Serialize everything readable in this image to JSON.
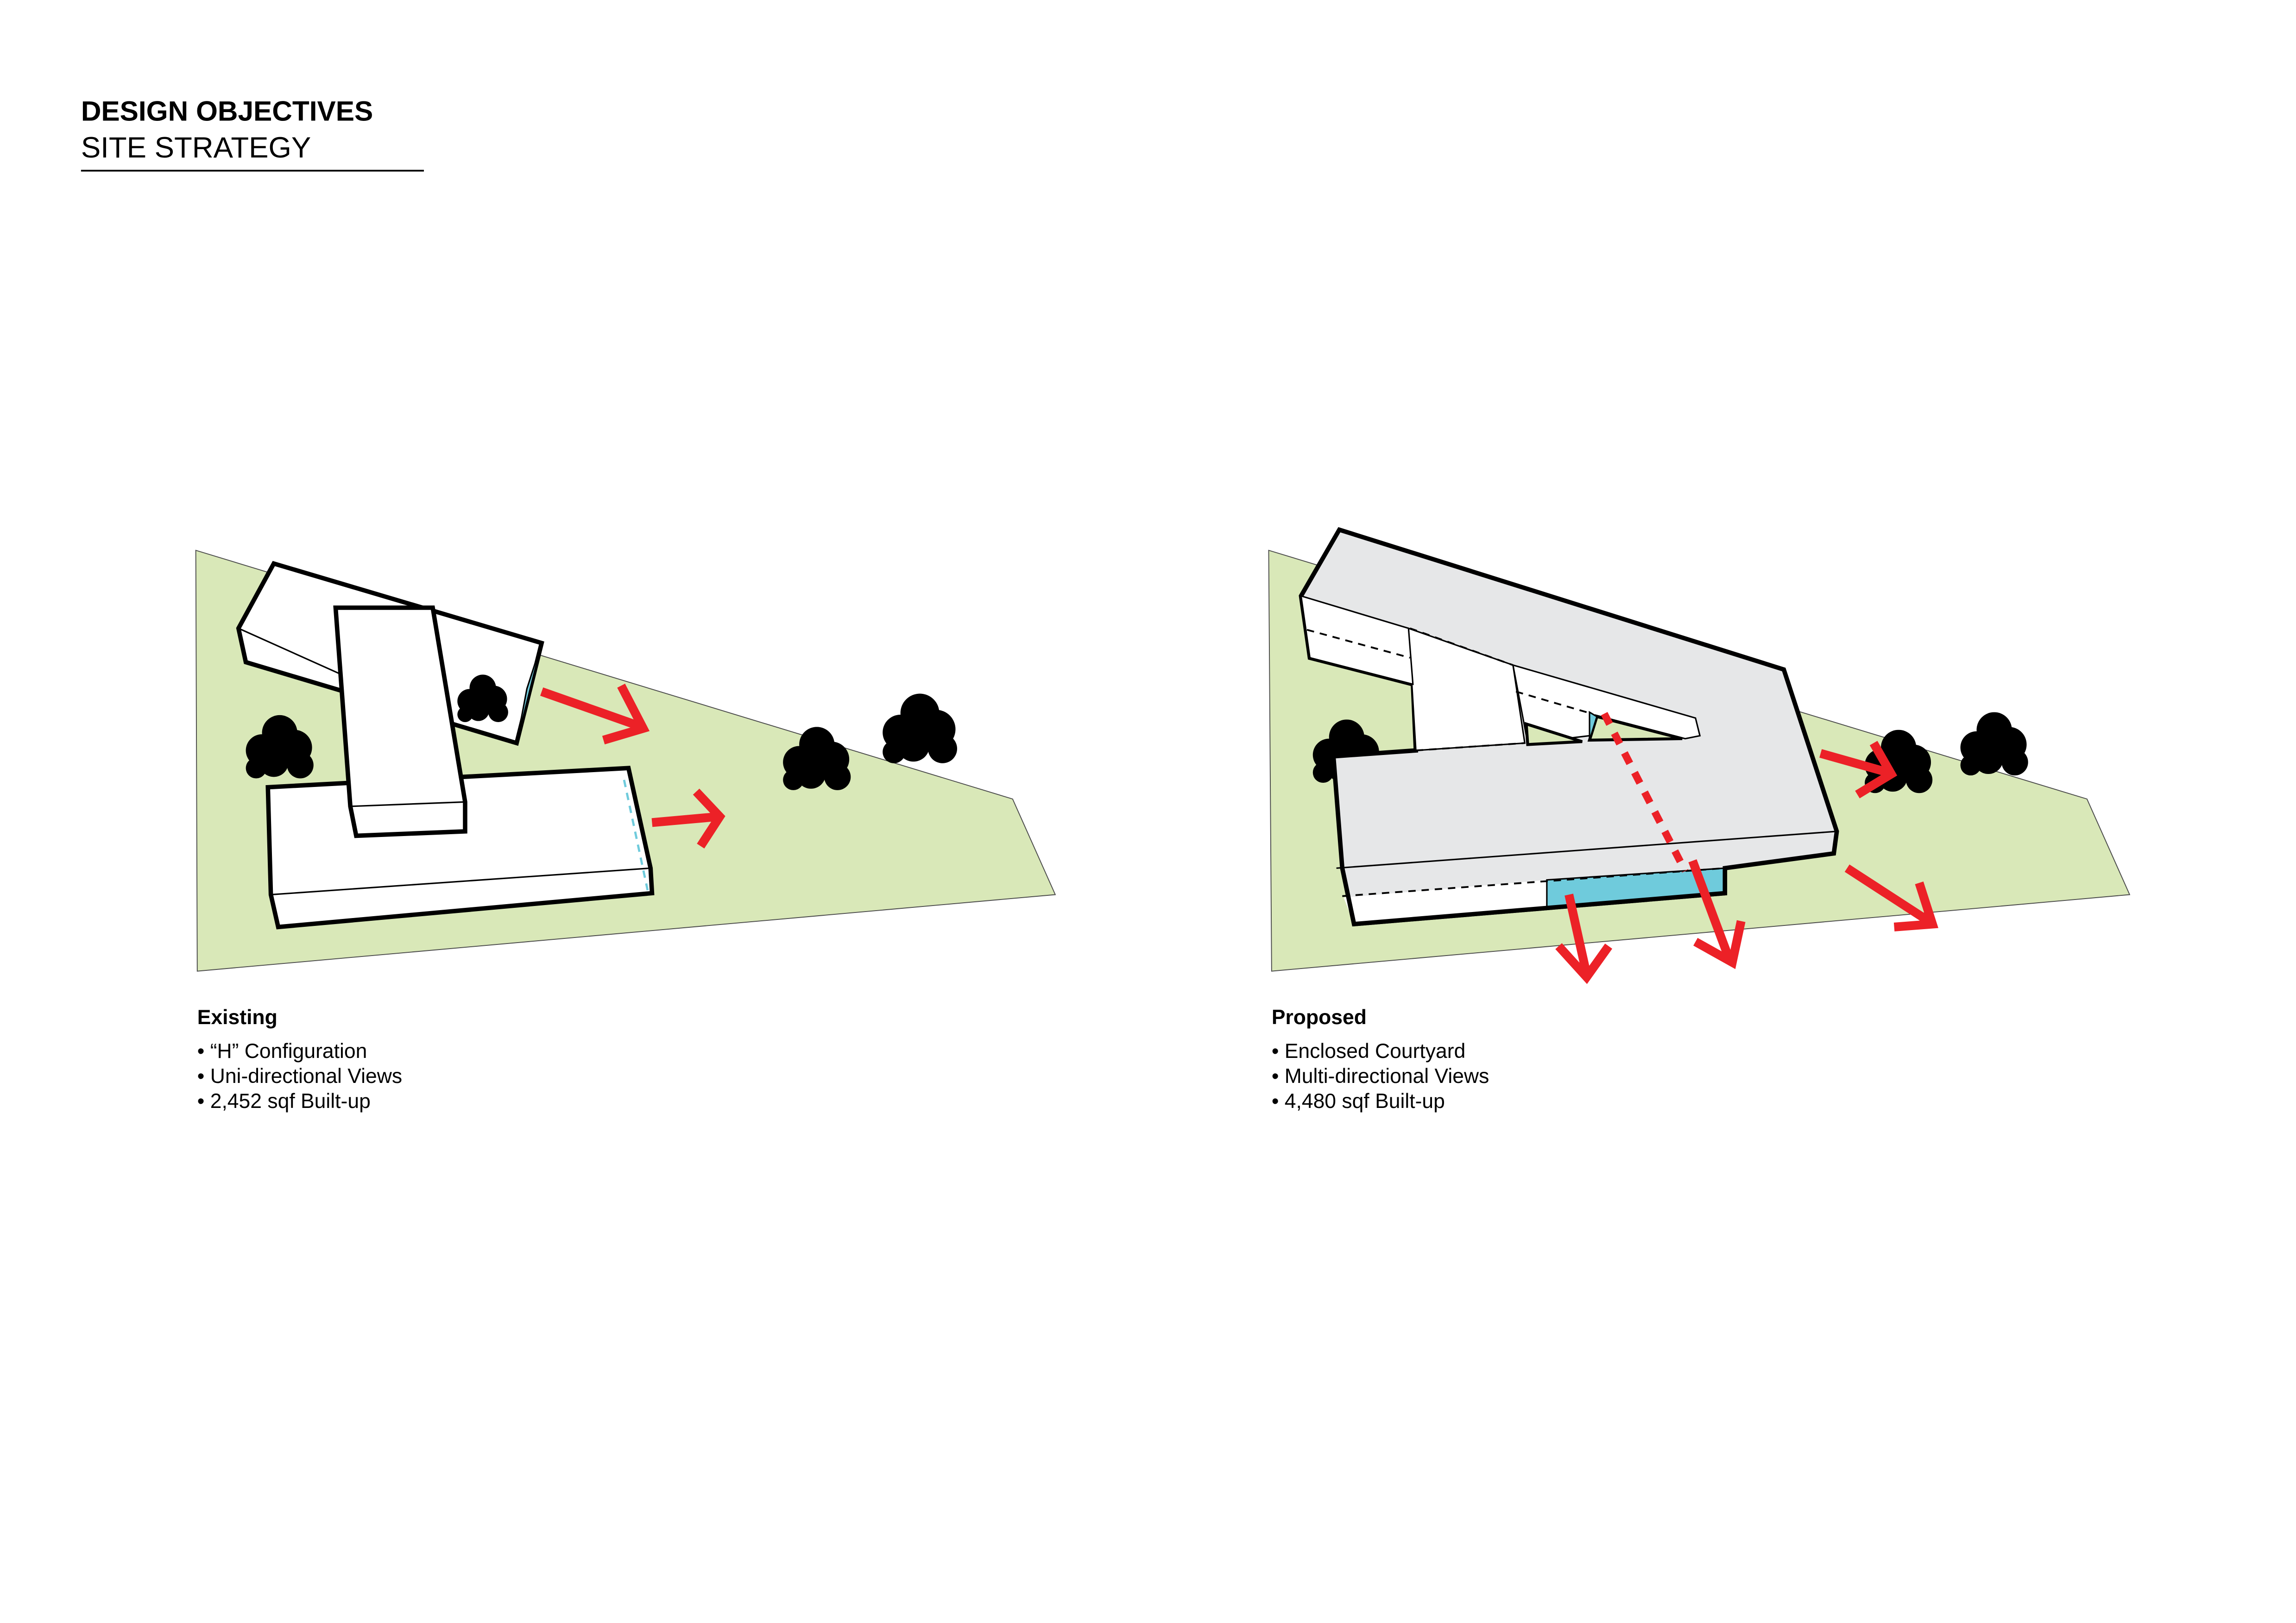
{
  "header": {
    "title": "DESIGN OBJECTIVES",
    "subtitle": "SITE STRATEGY"
  },
  "existing": {
    "heading": "Existing",
    "bullets": [
      "• “H” Configuration",
      "• Uni-directional Views",
      "• 2,452 sqf Built-up"
    ]
  },
  "proposed": {
    "heading": "Proposed",
    "bullets": [
      "• Enclosed Courtyard",
      "• Multi-directional Views",
      "• 4,480 sqf Built-up"
    ]
  },
  "colors": {
    "site": "#d9e8b8",
    "view_arrow": "#ec2127",
    "glazing": "#6fcbdc",
    "roof": "#e6e7e8",
    "tree": "#b9d77a"
  }
}
